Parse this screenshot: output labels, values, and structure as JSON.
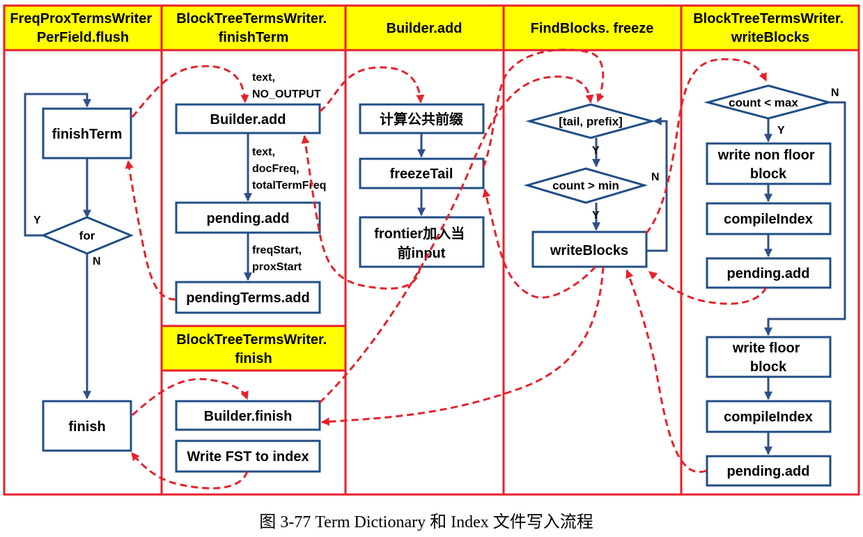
{
  "lanes": {
    "flush": [
      "FreqProxTermsWriter",
      "PerField.flush"
    ],
    "finish_term": [
      "BlockTreeTermsWriter.",
      "finishTerm"
    ],
    "builder_add": [
      "Builder.add"
    ],
    "find_blocks": [
      "FindBlocks. freeze"
    ],
    "write_blocks": [
      "BlockTreeTermsWriter.",
      "writeBlocks"
    ],
    "finish": [
      "BlockTreeTermsWriter.",
      "finish"
    ]
  },
  "boxes": {
    "finish_term": "finishTerm",
    "for_diamond": "for",
    "finish": "finish",
    "builder_add": "Builder.add",
    "pending_add": "pending.add",
    "pending_terms_add": "pendingTerms.add",
    "builder_finish": "Builder.finish",
    "write_fst": "Write FST to index",
    "compute_prefix": "计算公共前缀",
    "freeze_tail": "freezeTail",
    "frontier_add": [
      "frontier加入当",
      "前input"
    ],
    "tail_prefix": "[tail, prefix]",
    "count_min": "count > min",
    "write_blocks": "writeBlocks",
    "count_max": "count < max",
    "write_non_floor": [
      "write non floor",
      "block"
    ],
    "compile_index_1": "compileIndex",
    "pending_add_2": "pending.add",
    "write_floor": [
      "write floor",
      "block"
    ],
    "compile_index_2": "compileIndex",
    "pending_add_3": "pending.add"
  },
  "labels": {
    "text_no_output": [
      "text,",
      "NO_OUTPUT"
    ],
    "text_docfreq": [
      "text,",
      "docFreq,",
      "totalTermFreq"
    ],
    "freqstart": [
      "freqStart,",
      "proxStart"
    ],
    "y": "Y",
    "n": "N"
  },
  "caption": "图 3-77 Term Dictionary 和 Index 文件写入流程",
  "colors": {
    "header_fill": "#ffff00",
    "lane_border": "#e8202a",
    "box_border": "#1f4e86",
    "flow_arrow": "#2e4f86",
    "call_arrow": "#e8202a"
  }
}
